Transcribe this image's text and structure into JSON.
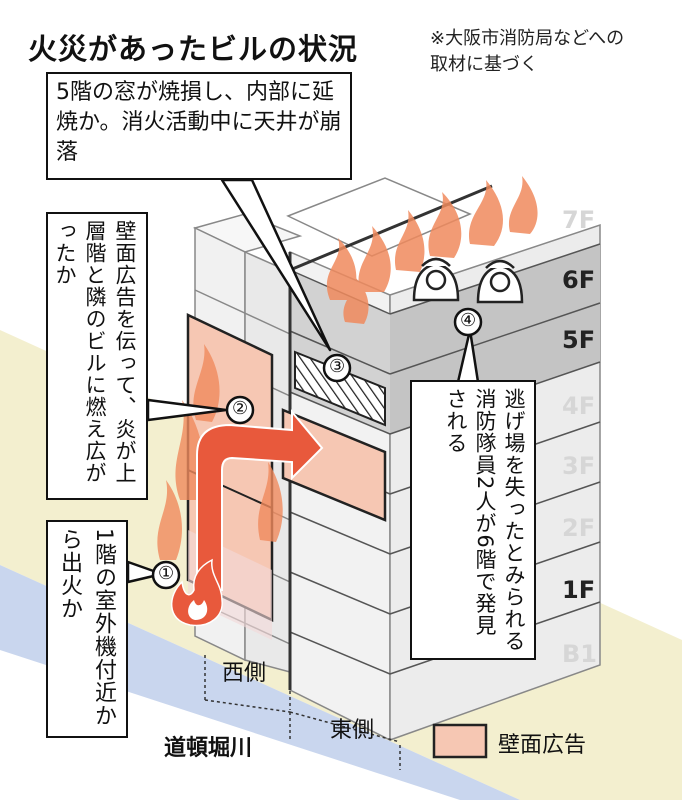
{
  "title": "火災があったビルの状況",
  "source_note": "※大阪市消防局などへの取材に基づく",
  "callouts": {
    "top": "5階の窓が焼損し、内部に延焼か。消火活動中に天井が崩落",
    "left": "壁面広告を伝って、炎が上層階と隣のビルに燃え広がったか",
    "bottom_left": "1階の室外機付近から出火か",
    "right": "逃げ場を失ったとみられる消防隊員2人が6階で発見される"
  },
  "markers": [
    "①",
    "②",
    "③",
    "④"
  ],
  "floors": [
    "7F",
    "6F",
    "5F",
    "4F",
    "3F",
    "2F",
    "1F",
    "B1"
  ],
  "labels": {
    "west": "西側",
    "east": "東側",
    "river": "道頓堀川"
  },
  "legend": {
    "label": "壁面広告",
    "swatch_color": "#f6c7b3"
  },
  "colors": {
    "flame": "#e8593c",
    "ad_panel": "#f6c7b3",
    "river": "#c9d6ee",
    "ground": "#f3efcf"
  }
}
